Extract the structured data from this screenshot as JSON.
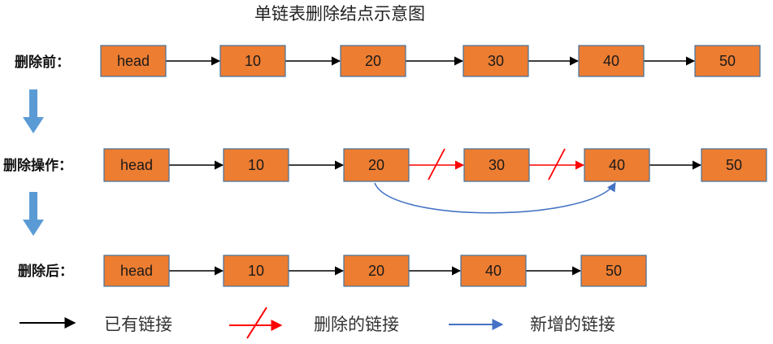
{
  "title": "单链表删除结点示意图",
  "rows": [
    {
      "label": "删除前：",
      "nodes": [
        "head",
        "10",
        "20",
        "30",
        "40",
        "50"
      ]
    },
    {
      "label": "删除操作：",
      "nodes": [
        "head",
        "10",
        "20",
        "30",
        "40",
        "50"
      ],
      "deleted_links": [
        [
          2,
          3
        ],
        [
          3,
          4
        ]
      ],
      "new_link": [
        2,
        4
      ]
    },
    {
      "label": "删除后：",
      "nodes": [
        "head",
        "10",
        "20",
        "40",
        "50"
      ]
    }
  ],
  "legend": {
    "existing": "已有链接",
    "deleted": "删除的链接",
    "new": "新增的链接"
  },
  "colors": {
    "node_fill": "#ED7D31",
    "node_border": "#41719C",
    "existing_link": "#000000",
    "deleted_link": "#FF0000",
    "new_link": "#4472C4",
    "flow_arrow": "#5B9BD5"
  }
}
